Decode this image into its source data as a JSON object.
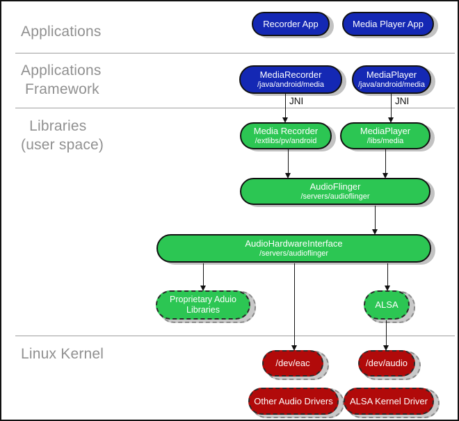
{
  "sections": {
    "applications": {
      "label": "Applications"
    },
    "framework": {
      "label": "Applications\n Framework"
    },
    "libraries": {
      "label": "  Libraries\n(user space)"
    },
    "kernel": {
      "label": "Linux Kernel"
    }
  },
  "nodes": {
    "recorder_app": {
      "title": "Recorder App"
    },
    "media_player_app": {
      "title": "Media Player App"
    },
    "media_recorder_fw": {
      "title": "MediaRecorder",
      "subtitle": "/java/android/media"
    },
    "media_player_fw": {
      "title": "MediaPlayer",
      "subtitle": "/java/android/media"
    },
    "media_recorder_lib": {
      "title": "Media Recorder",
      "subtitle": "/extlibs/pv/android"
    },
    "media_player_lib": {
      "title": "MediaPlayer",
      "subtitle": "/libs/media"
    },
    "audio_flinger": {
      "title": "AudioFlinger",
      "subtitle": "/servers/audioflinger"
    },
    "audio_hardware_interface": {
      "title": "AudioHardwareInterface",
      "subtitle": "/servers/audioflinger"
    },
    "proprietary_audio_libraries": {
      "title": "Proprietary Aduio",
      "subtitle": "Libraries"
    },
    "alsa": {
      "title": "ALSA"
    },
    "dev_eac": {
      "title": "/dev/eac"
    },
    "dev_audio": {
      "title": "/dev/audio"
    },
    "other_audio_drivers": {
      "title": "Other Audio Drivers"
    },
    "alsa_kernel_driver": {
      "title": "ALSA Kernel Driver"
    }
  },
  "labels": {
    "jni_left": "JNI",
    "jni_right": "JNI"
  },
  "colors": {
    "app_blue": "#1428b4",
    "lib_green": "#2cc653",
    "kernel_red": "#b10a0a",
    "shadow_gray": "#c2c2c2",
    "section_text": "#909090",
    "divider_gray": "#9e9e9e"
  }
}
